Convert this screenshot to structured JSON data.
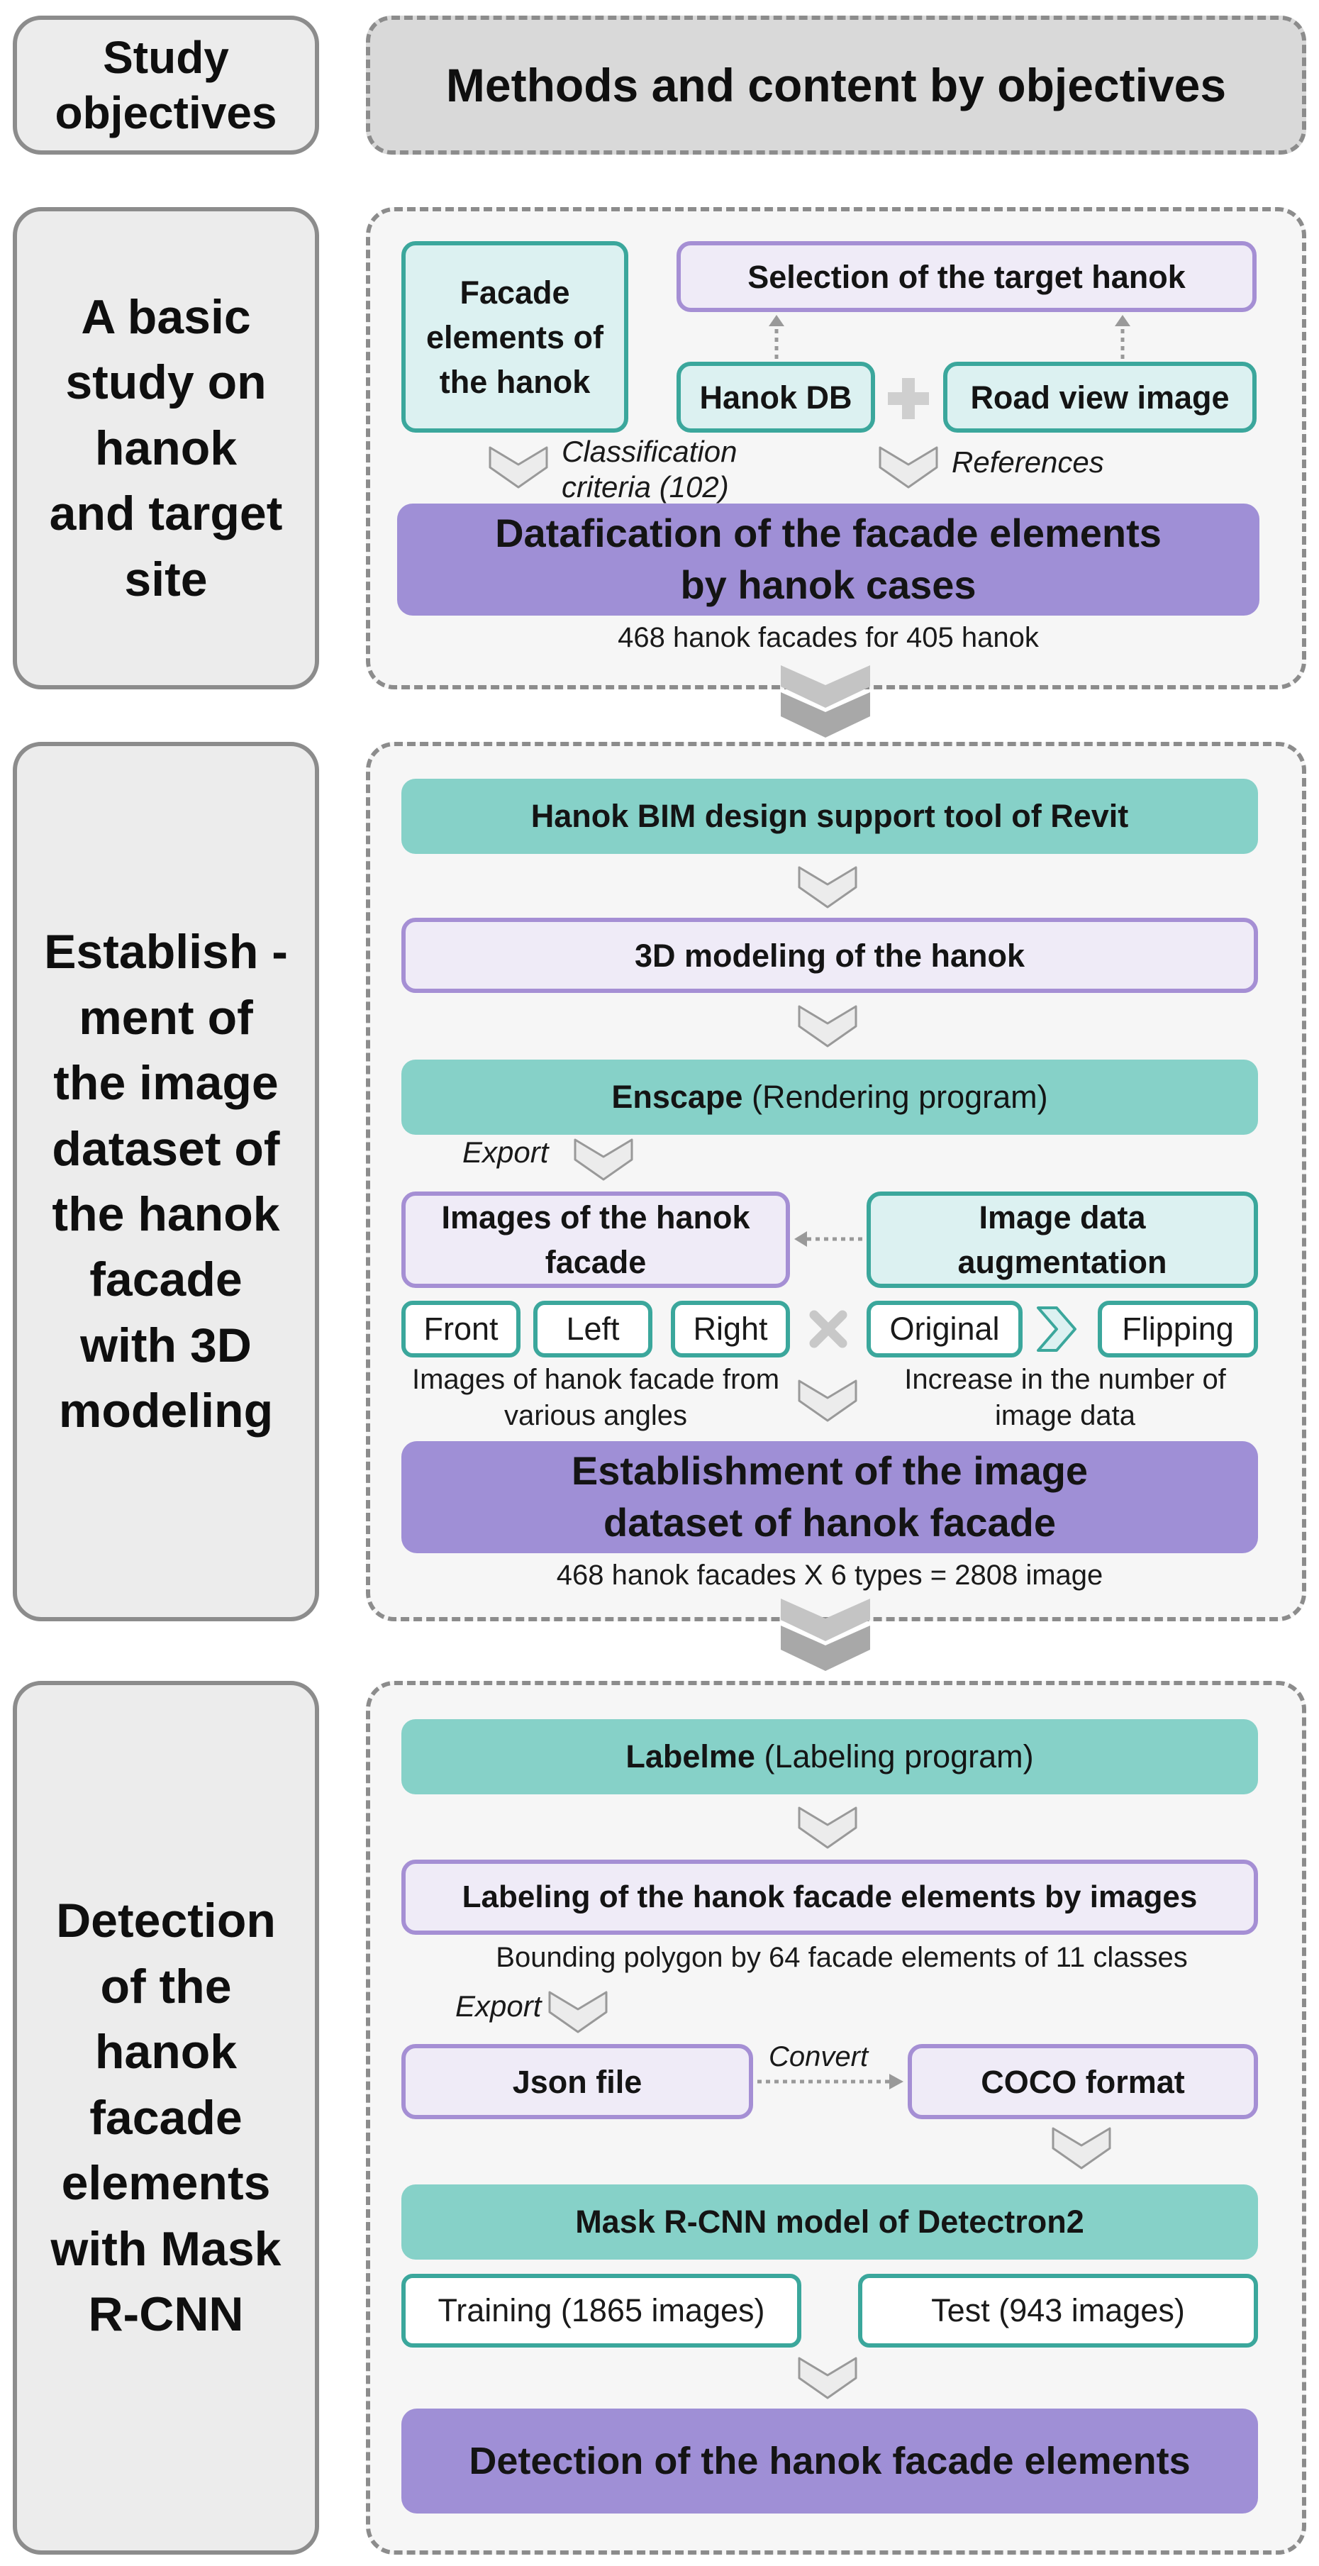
{
  "header": {
    "objectives_label": "Study objectives",
    "methods_label": "Methods and content by objectives"
  },
  "section1": {
    "objective": "A basic study on hanok and target site",
    "facade_elements": "Facade elements of the hanok",
    "selection": "Selection of the target hanok",
    "hanok_db": "Hanok DB",
    "road_view": "Road view image",
    "classification": "Classification criteria (102)",
    "references": "References",
    "datafication": "Datafication of the facade elements by hanok cases",
    "caption": "468 hanok facades for 405 hanok"
  },
  "section2": {
    "objective": "Establish -ment of the image dataset of the hanok facade with 3D modeling",
    "bim_tool": "Hanok BIM design support tool of Revit",
    "modeling": "3D modeling of the hanok",
    "enscape_bold": "Enscape",
    "enscape_rest": " (Rendering program)",
    "export": "Export",
    "images_facade": "Images of the hanok facade",
    "augmentation": "Image data augmentation",
    "angles": [
      "Front",
      "Left",
      "Right"
    ],
    "aug_types": [
      "Original",
      "Flipping"
    ],
    "angles_note": "Images of hanok facade from various angles",
    "aug_note": "Increase in the number of image data",
    "establishment": "Establishment of the image dataset of hanok facade",
    "caption": "468 hanok facades X 6 types = 2808 image"
  },
  "section3": {
    "objective": "Detection of the hanok facade elements with Mask R-CNN",
    "labelme_bold": "Labelme",
    "labelme_rest": " (Labeling program)",
    "labeling": "Labeling of the hanok facade elements by images",
    "polygon_note": "Bounding polygon by 64 facade elements of 11 classes",
    "export": "Export",
    "json": "Json file",
    "convert": "Convert",
    "coco": "COCO format",
    "mask_rcnn": "Mask R-CNN model of Detectron2",
    "training": "Training (1865 images)",
    "test": "Test (943 images)",
    "detection": "Detection of the hanok facade elements"
  },
  "colors": {
    "teal_border": "#3ba79c",
    "teal_fill": "#86d1c8",
    "purple_fill": "#9f8fd6",
    "lavender_border": "#a58fd4",
    "gray_border": "#8c8c8c"
  }
}
